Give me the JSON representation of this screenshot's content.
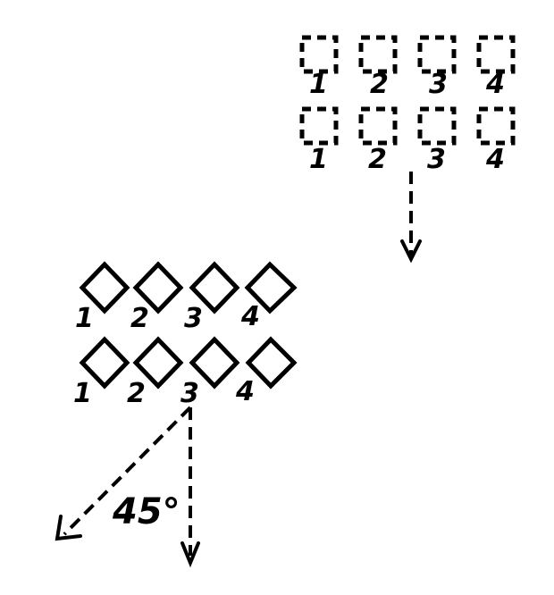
{
  "top_group": {
    "row1_labels": [
      "1",
      "2",
      "3",
      "4"
    ],
    "row2_labels": [
      "1",
      "2",
      "3",
      "4"
    ]
  },
  "bottom_group": {
    "row1_labels": [
      "1",
      "2",
      "3",
      "4"
    ],
    "row2_labels": [
      "1",
      "2",
      "3",
      "4"
    ]
  },
  "angle_label": "45°"
}
